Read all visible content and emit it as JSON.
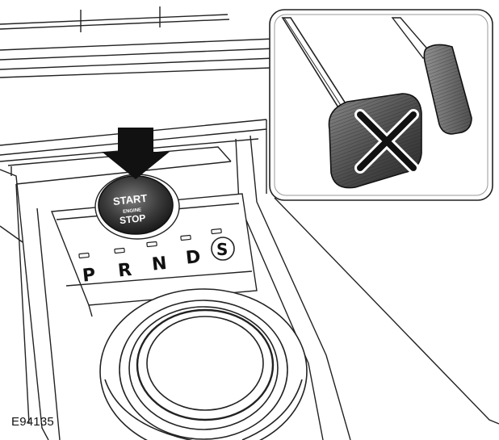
{
  "figure_id": "E94135",
  "start_button": {
    "line1": "START",
    "line2": "ENGINE",
    "line3": "STOP"
  },
  "gear_positions": [
    "P",
    "R",
    "N",
    "D",
    "S"
  ],
  "icons": {
    "press_indicator": "down-arrow-icon",
    "brake_pedal_cross": "cross-mark-icon"
  }
}
